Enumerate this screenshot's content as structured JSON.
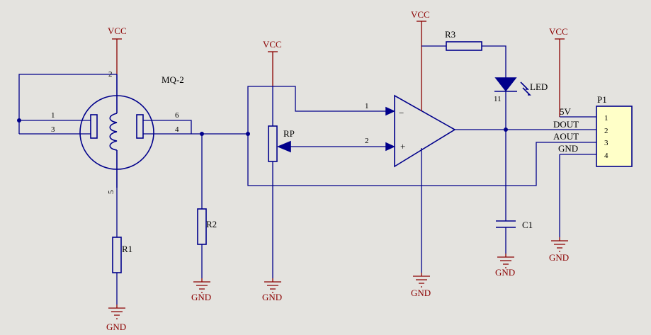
{
  "power": {
    "vcc": "VCC",
    "gnd": "GND"
  },
  "sensor": {
    "name": "MQ-2",
    "pins": {
      "p1": "1",
      "p2": "2",
      "p3": "3",
      "p4": "4",
      "p5": "5",
      "p6": "6"
    }
  },
  "resistors": {
    "r1": "R1",
    "r2": "R2",
    "r3": "R3"
  },
  "pot": {
    "name": "RP"
  },
  "opamp": {
    "minus": "−",
    "plus": "+",
    "in1": "1",
    "in2": "2"
  },
  "led": {
    "name": "LED",
    "pin": "11"
  },
  "capacitor": {
    "name": "C1"
  },
  "connector": {
    "name": "P1",
    "pins": [
      "1",
      "2",
      "3",
      "4"
    ],
    "signals": [
      "5V",
      "DOUT",
      "AOUT",
      "GND"
    ]
  },
  "colors": {
    "wire": "#00008b",
    "power": "#8b0000",
    "background": "#e4e3df",
    "connector_fill": "#ffffc8"
  }
}
